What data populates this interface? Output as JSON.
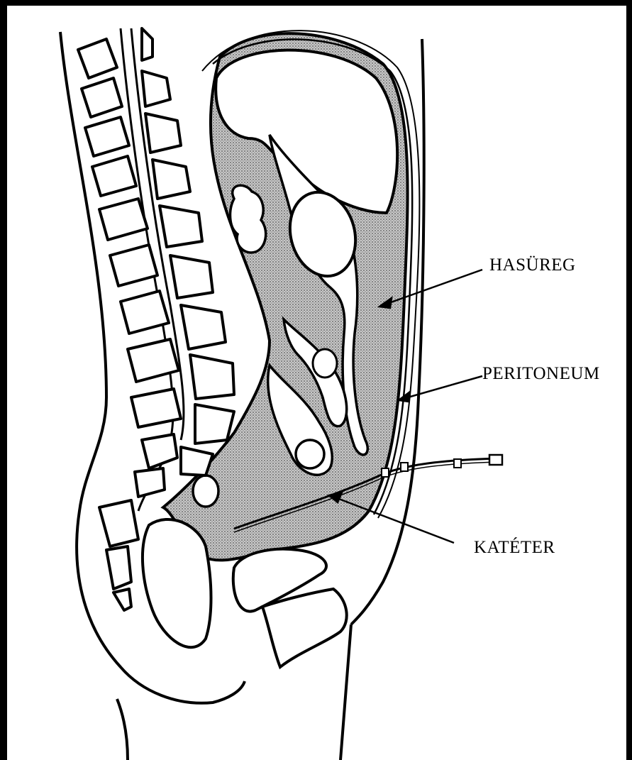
{
  "diagram": {
    "labels": {
      "cavity": "HASÜREG",
      "peritoneum": "PERITONEUM",
      "catheter": "KATÉTER"
    },
    "colors": {
      "background_frame": "#000000",
      "paper": "#ffffff",
      "ink": "#000000",
      "shading": "#9a9a9a"
    }
  }
}
